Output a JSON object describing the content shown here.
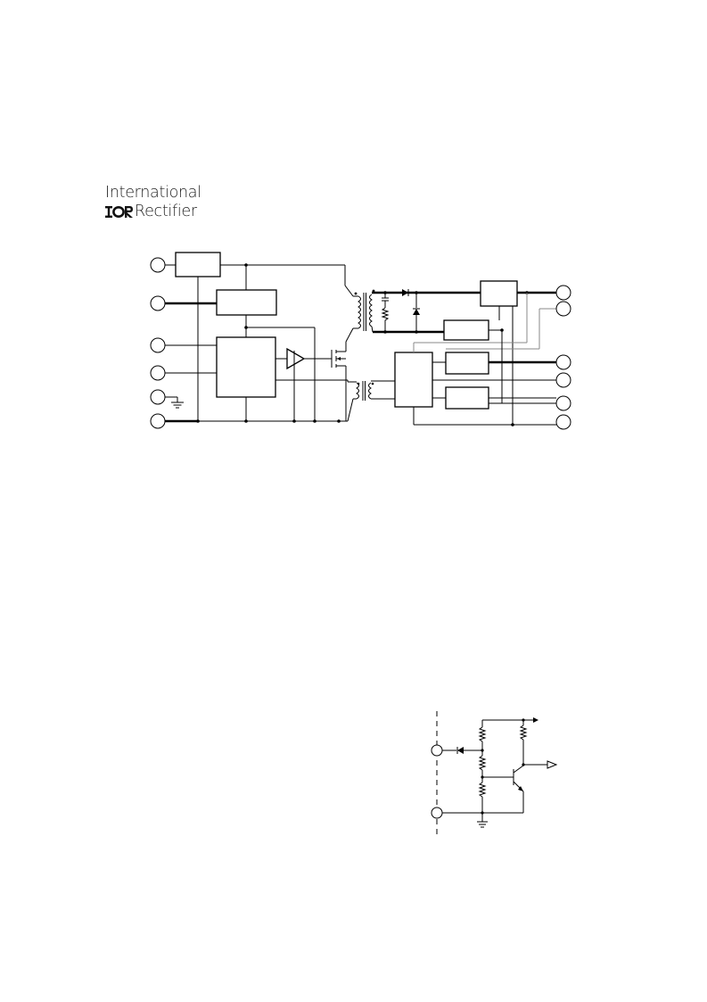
{
  "logo": {
    "line1": "International",
    "mark": "IOR",
    "line2": "Rectifier"
  },
  "diagrams": {
    "block_diagram": "block-diagram",
    "output_circuit": "output-circuit"
  }
}
